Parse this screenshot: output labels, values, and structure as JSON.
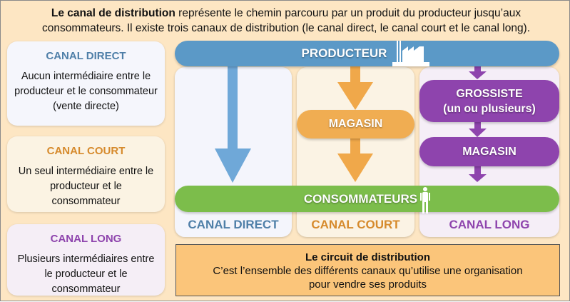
{
  "intro": {
    "bold": "Le canal de distribution",
    "text": " représente le chemin parcouru par un produit du producteur jusqu’aux consommateurs. Il existe trois canaux de distribution (le canal direct, le canal court et le canal long)."
  },
  "definitions": [
    {
      "title": "CANAL DIRECT",
      "text": "Aucun intermédiaire entre le producteur et le consommateur (vente directe)",
      "color": "#4f7fa8"
    },
    {
      "title": "CANAL COURT",
      "text": "Un seul intermédiaire entre le producteur et le consommateur",
      "color": "#d68a2c"
    },
    {
      "title": "CANAL LONG",
      "text": "Plusieurs intermédiaires entre le producteur et le consommateur",
      "color": "#8e44ad"
    }
  ],
  "diagram": {
    "producer": "PRODUCTEUR",
    "consumers": "CONSOMMATEURS",
    "court_store": "MAGASIN",
    "long_wholesaler": "GROSSISTE",
    "long_wholesaler_sub": "(un ou plusieurs)",
    "long_store": "MAGASIN",
    "columns": [
      "CANAL DIRECT",
      "CANAL COURT",
      "CANAL LONG"
    ]
  },
  "circuit": {
    "title": "Le circuit de distribution",
    "text": "C’est l’ensemble des différents canaux qu’utilise une organisation pour vendre ses produits"
  }
}
